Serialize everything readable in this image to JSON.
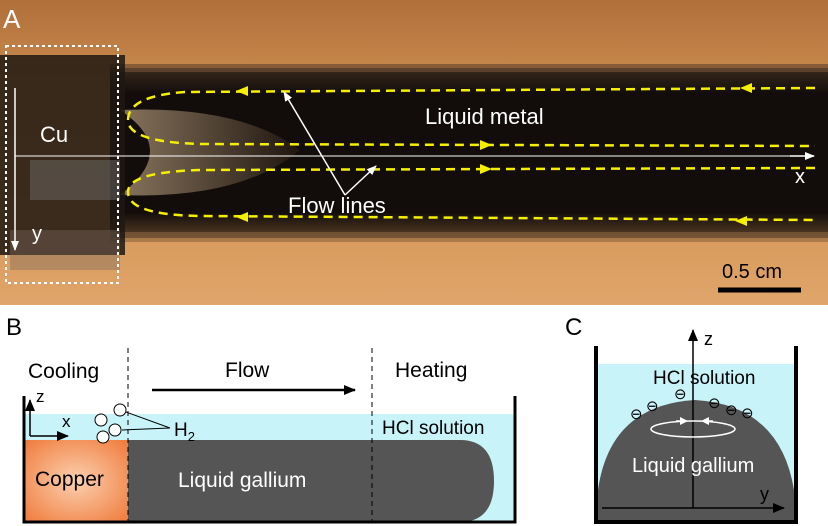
{
  "panelA": {
    "label": "A",
    "cu_label": "Cu",
    "liquid_metal_label": "Liquid metal",
    "flow_lines_label": "Flow lines",
    "x_axis": "x",
    "y_axis": "y",
    "scale_bar": "0.5 cm",
    "colors": {
      "copper_bg": "#c88a4c",
      "channel": "#1c1510",
      "flow_line": "#f5f000"
    }
  },
  "panelB": {
    "label": "B",
    "cooling": "Cooling",
    "flow": "Flow",
    "heating": "Heating",
    "z_axis": "z",
    "x_axis": "x",
    "h2_main": "H",
    "h2_sub": "2",
    "hcl": "HCl solution",
    "copper": "Copper",
    "gallium": "Liquid gallium",
    "colors": {
      "solution": "#c8f3f8",
      "gallium": "#555555",
      "copper": "#f07a3a"
    }
  },
  "panelC": {
    "label": "C",
    "z_axis": "z",
    "y_axis": "y",
    "hcl": "HCl solution",
    "gallium": "Liquid gallium",
    "ion_symbol": "⊖"
  }
}
